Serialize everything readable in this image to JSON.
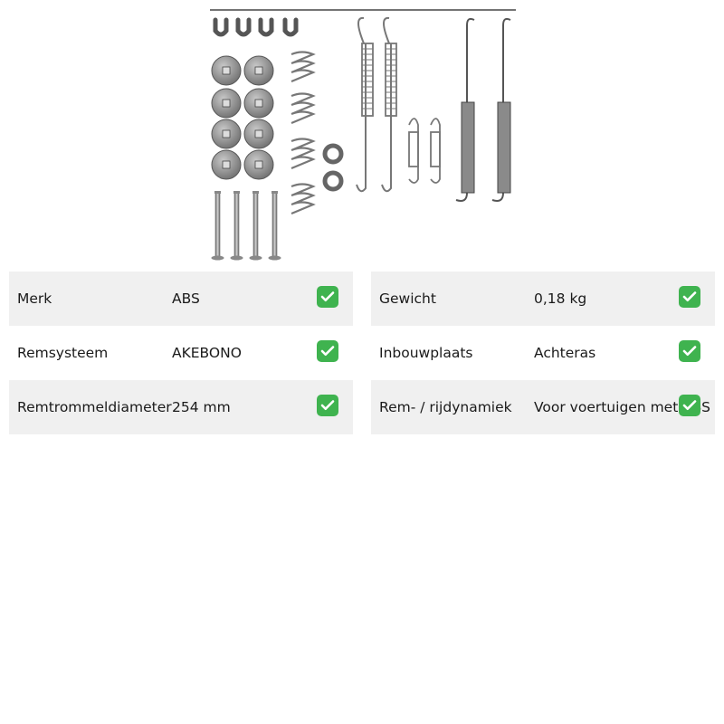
{
  "icons": {
    "product": "brake-spring-kit-image",
    "check": "check-mark-icon"
  },
  "colors": {
    "shade": "#f0f0f0",
    "check": "#3fb34f",
    "parts": "#8a8a8a"
  },
  "specs": {
    "left": [
      {
        "label": "Merk",
        "value": "ABS"
      },
      {
        "label": "Remsysteem",
        "value": "AKEBONO"
      },
      {
        "label": "Remtrommeldiameter",
        "value": "254 mm"
      }
    ],
    "right": [
      {
        "label": "Gewicht",
        "value": "0,18 kg"
      },
      {
        "label": "Inbouwplaats",
        "value": "Achteras"
      },
      {
        "label": "Rem- / rijdynamiek",
        "value": "Voor voertuigen met ABS"
      }
    ]
  }
}
